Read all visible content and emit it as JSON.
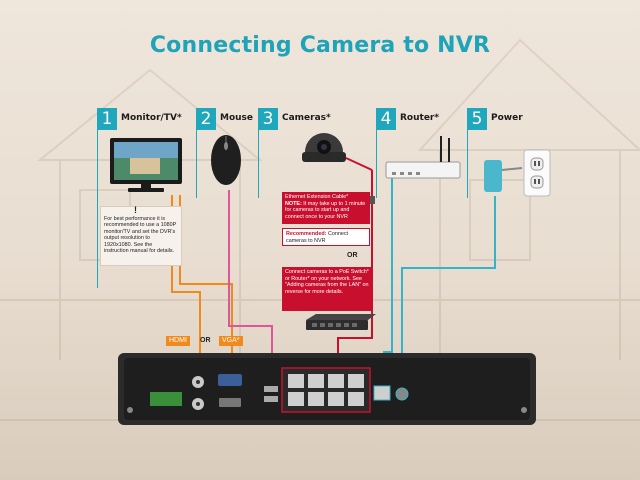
{
  "title": "Connecting Camera to NVR",
  "steps": [
    {
      "num": "1",
      "label": "Monitor/TV*"
    },
    {
      "num": "2",
      "label": "Mouse"
    },
    {
      "num": "3",
      "label": "Cameras*"
    },
    {
      "num": "4",
      "label": "Router*"
    },
    {
      "num": "5",
      "label": "Power"
    }
  ],
  "monitor_note": {
    "mark": "!",
    "text": "For best performance it is recommended to use a 1080P monitor/TV and set the DVR's output resolution to 1920x1080. See the instruction manual for details."
  },
  "camera_notes": {
    "ethernet": "Ethernet Extension Cable*",
    "note_label": "NOTE:",
    "note_text": "It may take up to 1 minute for cameras to start up and connect once to your NVR",
    "recommended_label": "Recommended:",
    "recommended_text": "Connect cameras to NVR",
    "or": "OR",
    "poe_text": "Connect cameras to a PoE Switch* or Router* on your network. See \"Adding cameras from the LAN\" on reverse for more details."
  },
  "video_outputs": {
    "hdmi": "HDMI",
    "or": "OR",
    "vga": "VGA*"
  },
  "colors": {
    "accent": "#1fa7bd",
    "orange": "#f08a1c",
    "red": "#c8102e",
    "pink": "#e0559a",
    "cyan": "#34b4c9"
  }
}
